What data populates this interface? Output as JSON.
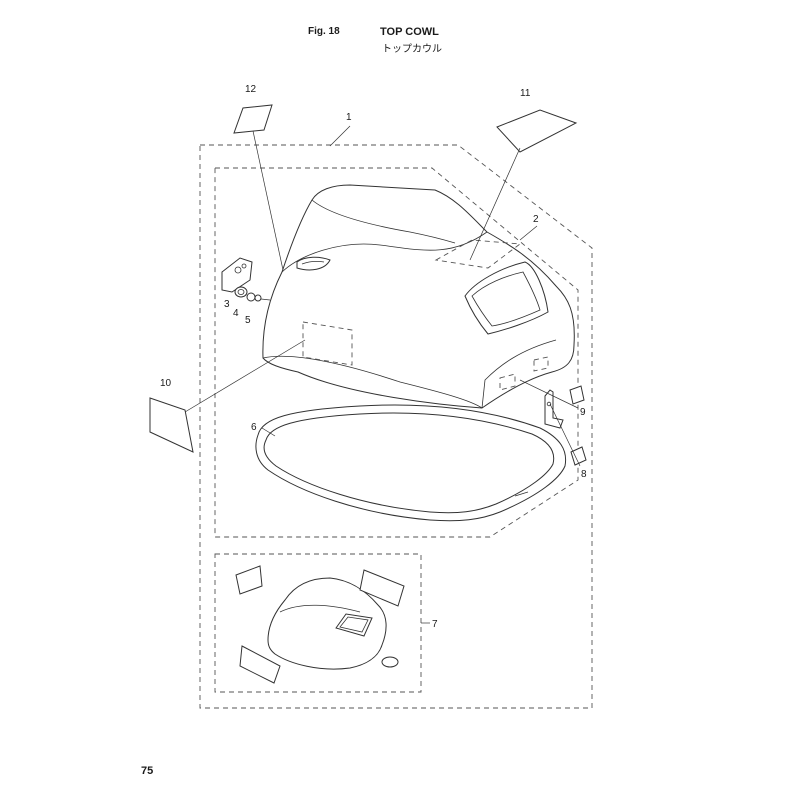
{
  "header": {
    "figure": "Fig. 18",
    "title": "TOP COWL",
    "title_jp": "トップカウル"
  },
  "page_number": "75",
  "callouts": {
    "c1": "1",
    "c2": "2",
    "c3": "3",
    "c4": "4",
    "c5": "5",
    "c6": "6",
    "c7": "7",
    "c8": "8",
    "c9": "9",
    "c10": "10",
    "c11": "11",
    "c12": "12"
  }
}
